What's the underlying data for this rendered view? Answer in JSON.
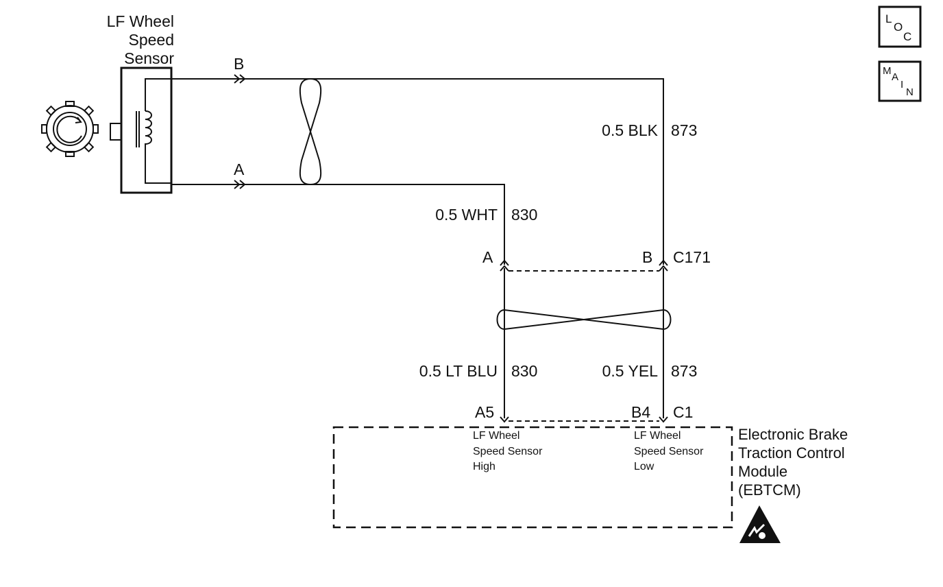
{
  "sensor": {
    "line1": "LF Wheel",
    "line2": "Speed",
    "line3": "Sensor"
  },
  "sensor_terminals": {
    "b": "B",
    "a": "A"
  },
  "wires": {
    "blk_size_color": "0.5 BLK",
    "blk_circuit": "873",
    "wht_size_color": "0.5 WHT",
    "wht_circuit": "830",
    "ltblu_size_color": "0.5 LT BLU",
    "ltblu_circuit": "830",
    "yel_size_color": "0.5 YEL",
    "yel_circuit": "873"
  },
  "connector_c171": {
    "pin_a": "A",
    "pin_b": "B",
    "name": "C171"
  },
  "connector_c1": {
    "pin_a5": "A5",
    "pin_b4": "B4",
    "name": "C1"
  },
  "module_pins": {
    "high": {
      "line1": "LF Wheel",
      "line2": "Speed Sensor",
      "line3": "High"
    },
    "low": {
      "line1": "LF Wheel",
      "line2": "Speed Sensor",
      "line3": "Low"
    }
  },
  "module": {
    "line1": "Electronic Brake",
    "line2": "Traction Control",
    "line3": "Module",
    "line4": "(EBTCM)"
  },
  "loc_box": {
    "l": "L",
    "o": "O",
    "c": "C"
  },
  "main_box": {
    "m": "M",
    "a": "A",
    "i": "I",
    "n": "N"
  },
  "icons": [
    "esd-sensitive-icon",
    "tone-ring-icon",
    "twisted-pair-icon"
  ]
}
